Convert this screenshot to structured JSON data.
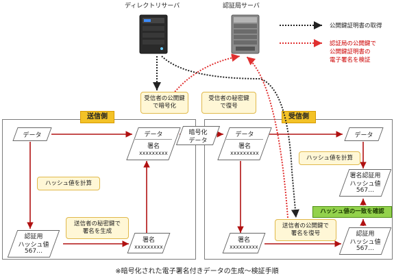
{
  "servers": {
    "directory": "ディレクトリサーバ",
    "ca": "認証局サーバ"
  },
  "legend": {
    "black": "公開鍵証明書の取得",
    "red_lines": [
      "認証局の公開鍵で",
      "公開鍵証明書の",
      "電子署名を検証"
    ]
  },
  "notes": {
    "sender_public_key": [
      "受信者の公開鍵",
      "で暗号化"
    ],
    "receiver_private_key": [
      "受信者の秘密鍵",
      "で復号"
    ],
    "hash_calc_left": "ハッシュ値を計算",
    "sign_generate": [
      "送信者の秘密鍵で",
      "署名を生成"
    ],
    "hash_calc_right": "ハッシュ値を計算",
    "restore_sign": [
      "送信者の公開鍵で",
      "署名を復号"
    ]
  },
  "panels": {
    "sender": "送信側",
    "receiver": "受信側"
  },
  "shapes": {
    "data": "データ",
    "signature": "署名",
    "sig_value": "xxxxxxxxx",
    "encrypted": [
      "暗号化",
      "データ"
    ],
    "auth_hash": [
      "認証用",
      "ハッシュ値",
      "567…"
    ],
    "sign_auth_hash": [
      "署名認証用",
      "ハッシュ値",
      "567…"
    ]
  },
  "hash_match": "ハッシュ値の一致を確認",
  "caption": "※暗号化された電子署名付きデータの生成～検証手順",
  "colors": {
    "arrow_red": "#b01010",
    "legend_red": "#e03030",
    "badge": "#f3c227",
    "note_bg": "#fff7d6",
    "match_green": "#93d24c"
  }
}
